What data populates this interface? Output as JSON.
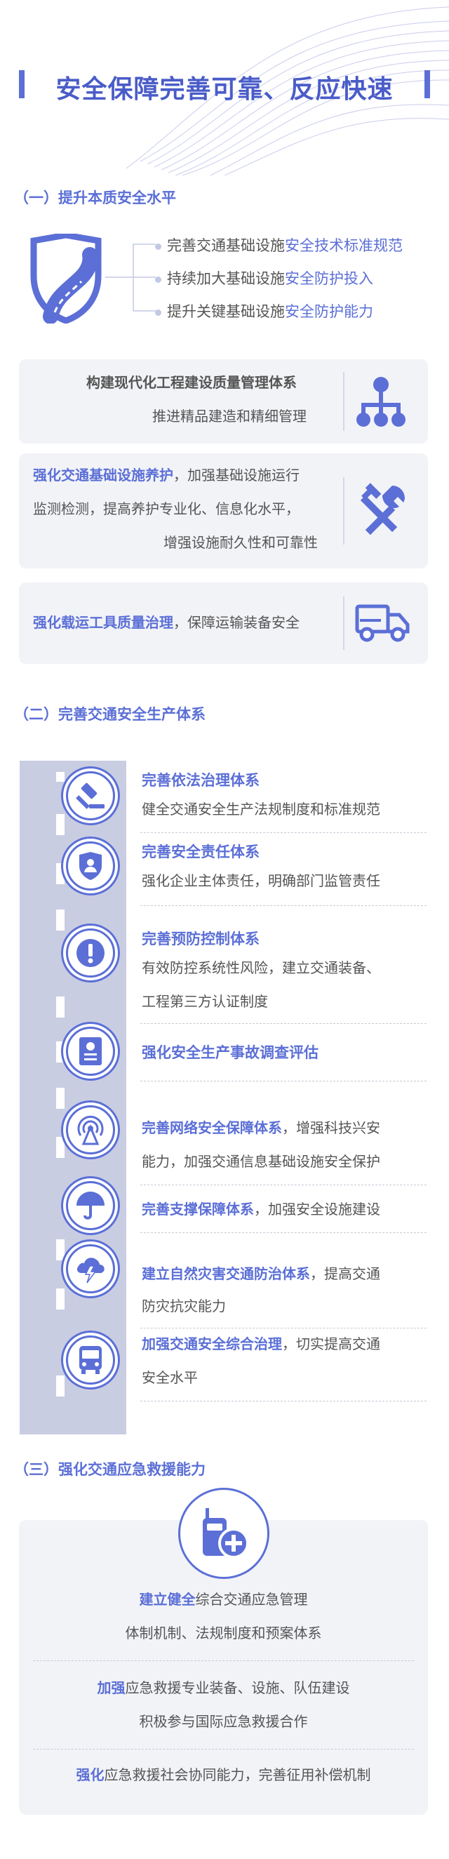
{
  "title": "安全保障完善可靠、反应快速",
  "section1": {
    "heading": "（一）提升本质安全水平",
    "icon": "shield-road-icon",
    "bullets": [
      {
        "pre": "完善交通基础设施",
        "hl": "安全技术标准规范"
      },
      {
        "pre": "持续加大基础设施",
        "hl": "安全防护投入"
      },
      {
        "pre": "提升关键基础设施",
        "hl": "安全防护能力"
      }
    ],
    "card1": {
      "line1": "构建现代化工程建设质量管理体系",
      "line2": "推进精品建造和精细管理",
      "icon": "hierarchy-icon"
    },
    "card2": {
      "hl": "强化交通基础设施养护",
      "rest1": "，加强基础设施运行",
      "line2": "监测检测，提高养护专业化、信息化水平，",
      "line3": "增强设施耐久性和可靠性",
      "icon": "tools-icon"
    },
    "card3": {
      "hl": "强化载运工具质量治理",
      "rest": "，保障运输装备安全",
      "icon": "truck-icon"
    }
  },
  "section2": {
    "heading": "（二）完善交通安全生产体系",
    "items": [
      {
        "icon": "gavel-icon",
        "head": "完善依法治理体系",
        "body": [
          "健全交通安全生产法规制度和标准规范"
        ]
      },
      {
        "icon": "shield-person-icon",
        "head": "完善安全责任体系",
        "body": [
          "强化企业主体责任，明确部门监管责任"
        ]
      },
      {
        "icon": "exclamation-icon",
        "head": "完善预防控制体系",
        "body": [
          "有效防控系统性风险，建立交通装备、",
          "工程第三方认证制度"
        ]
      },
      {
        "icon": "report-icon",
        "head": "强化安全生产事故调查评估",
        "body": []
      },
      {
        "icon": "network-icon",
        "hl": "完善网络安全保障体系",
        "rest": "，增强科技兴安",
        "body": [
          "能力，加强交通信息基础设施安全保护"
        ]
      },
      {
        "icon": "umbrella-icon",
        "hl": "完善支撑保障体系",
        "rest": "，加强安全设施建设",
        "body": []
      },
      {
        "icon": "storm-icon",
        "hl": "建立自然灾害交通防治体系",
        "rest": "，提高交通",
        "body": [
          "防灾抗灾能力"
        ]
      },
      {
        "icon": "bus-icon",
        "hl": "加强交通安全综合治理",
        "rest": "，切实提高交通",
        "body": [
          "安全水平"
        ]
      }
    ]
  },
  "section3": {
    "heading": "（三）强化交通应急救援能力",
    "icon": "radio-plus-icon",
    "p1": {
      "hl": "建立健全",
      "rest": "综合交通应急管理",
      "line2": "体制机制、法规制度和预案体系"
    },
    "p2": {
      "hl": "加强",
      "rest": "应急救援专业装备、设施、队伍建设",
      "line2": "积极参与国际应急救援合作"
    },
    "p3": {
      "hl": "强化",
      "rest": "应急救援社会协同能力，完善征用补偿机制"
    }
  }
}
